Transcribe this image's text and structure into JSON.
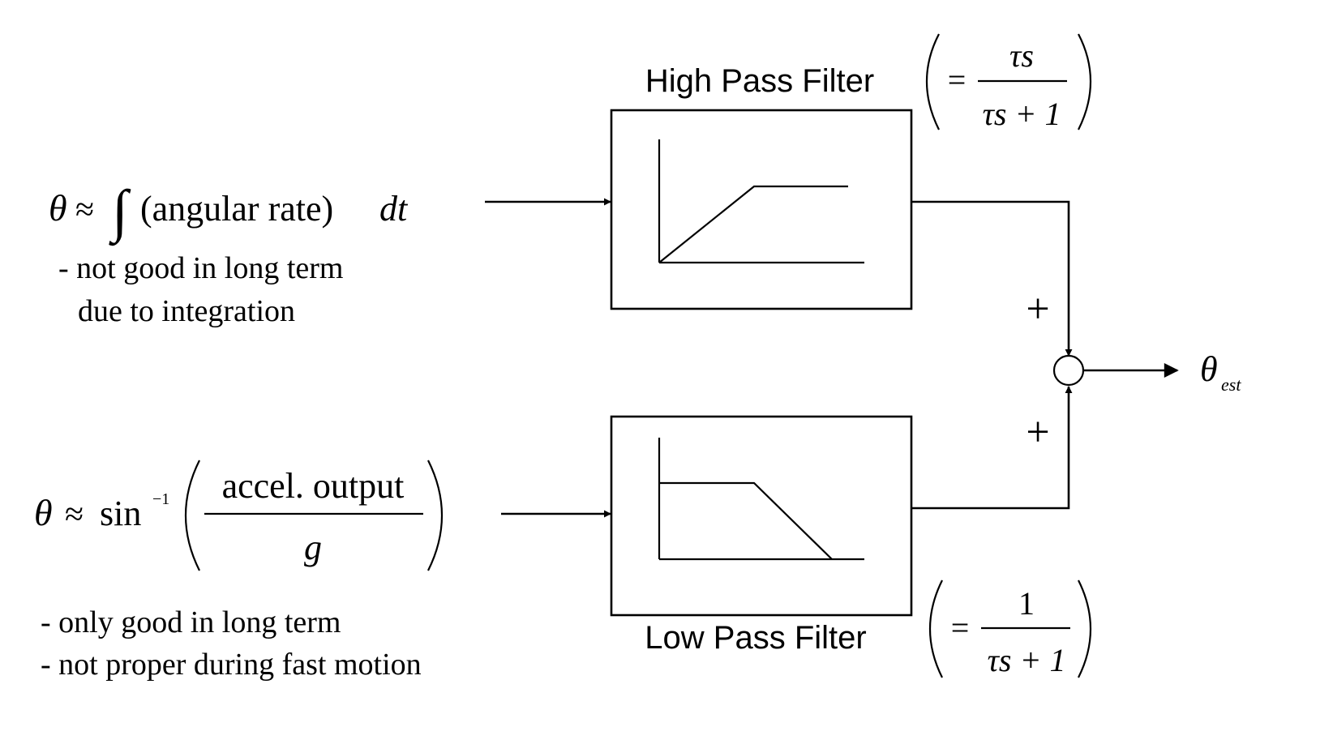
{
  "top_input": {
    "equation": {
      "theta": "θ",
      "approx": "≈",
      "integral": "∫",
      "text": "(angular rate)",
      "dt": "dt"
    },
    "notes": [
      "- not good in long term",
      "due to integration"
    ]
  },
  "bottom_input": {
    "equation": {
      "theta": "θ",
      "approx": "≈",
      "sin": "sin",
      "superscript": "−1",
      "numerator": "accel. output",
      "denominator": "g"
    },
    "notes": [
      "- only good in long term",
      "- not proper during fast motion"
    ]
  },
  "high_pass_filter": {
    "label": "High Pass Filter",
    "formula": {
      "equals": "=",
      "numerator": "τs",
      "denominator": "τs + 1"
    }
  },
  "low_pass_filter": {
    "label": "Low Pass Filter",
    "formula": {
      "equals": "=",
      "numerator": "1",
      "denominator": "τs + 1"
    }
  },
  "summing_junction": {
    "top_sign": "+",
    "bottom_sign": "+"
  },
  "output": {
    "symbol": "θ",
    "subscript": "est"
  }
}
